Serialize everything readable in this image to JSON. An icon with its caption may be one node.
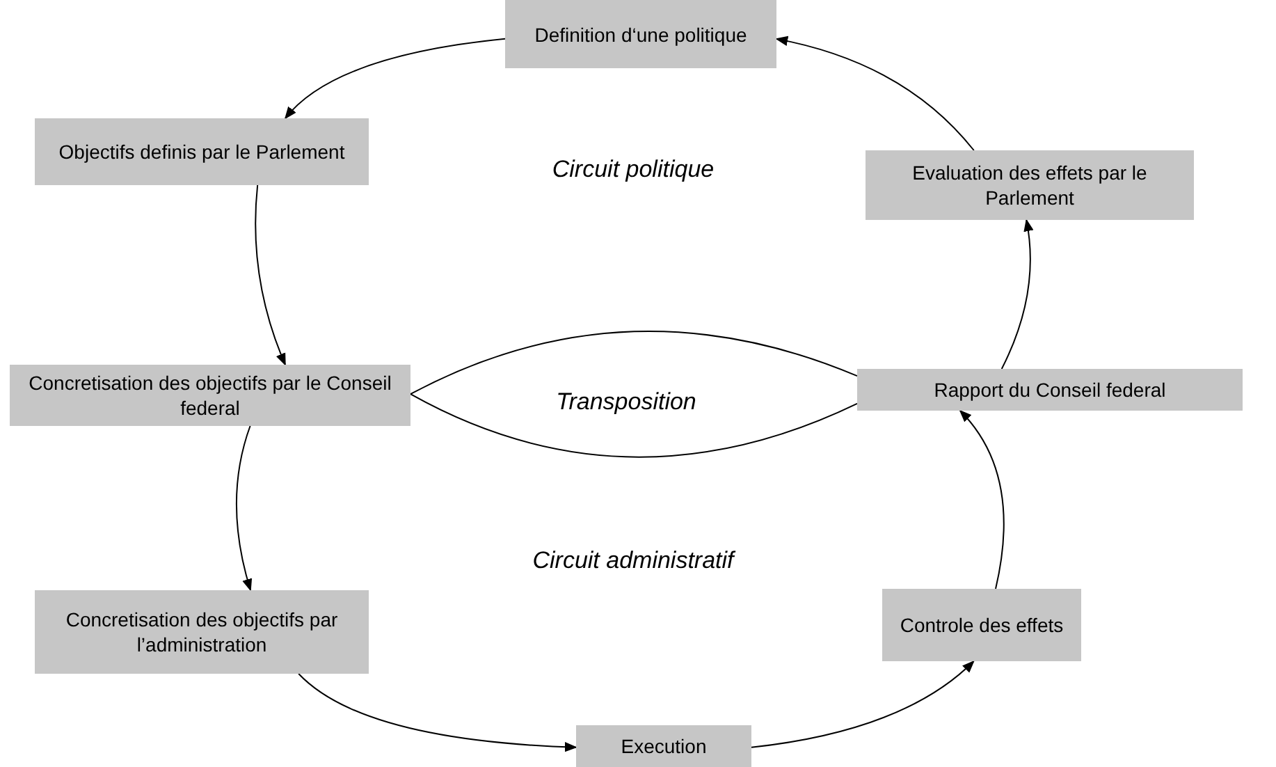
{
  "diagram": {
    "nodes": [
      {
        "text": [
          "Definition d‘une politique"
        ]
      },
      {
        "text": [
          "Objectifs definis par le Parlement"
        ]
      },
      {
        "text": [
          "Evaluation des effets par le Parlement"
        ]
      },
      {
        "text": [
          "Concretisation des objectifs par le Conseil federal"
        ]
      },
      {
        "text": [
          "Rapport du Conseil federal"
        ]
      },
      {
        "text": [
          "Concretisation des objectifs par l’administration"
        ]
      },
      {
        "text": [
          "Controle des effets"
        ]
      },
      {
        "text": [
          "Execution"
        ]
      }
    ],
    "edges": [
      {
        "from": 0,
        "to": 1,
        "arrow": "to"
      },
      {
        "from": 1,
        "to": 3,
        "arrow": "to"
      },
      {
        "from": 3,
        "to": 5,
        "arrow": "to"
      },
      {
        "from": 5,
        "to": 7,
        "arrow": "to"
      },
      {
        "from": 7,
        "to": 6,
        "arrow": "to"
      },
      {
        "from": 6,
        "to": 4,
        "arrow": "to"
      },
      {
        "from": 4,
        "to": 2,
        "arrow": "to"
      },
      {
        "from": 2,
        "to": 0,
        "arrow": "to"
      },
      {
        "from": 3,
        "to": 4,
        "arrow": "none"
      },
      {
        "from": 3,
        "to": 4,
        "arrow": "none"
      }
    ],
    "labels": [
      "Circuit politique",
      "Transposition",
      "Circuit administratif"
    ]
  }
}
